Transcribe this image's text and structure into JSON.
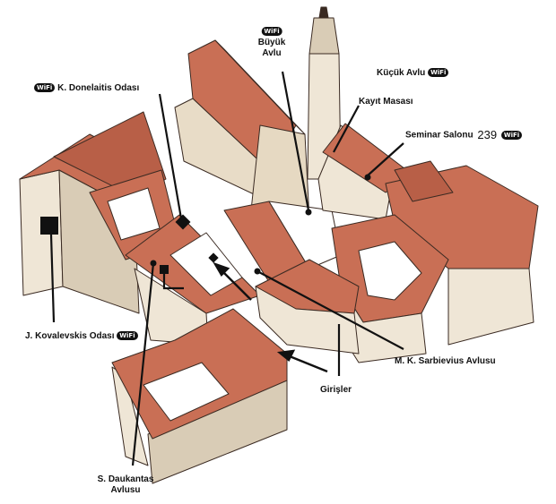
{
  "labels": {
    "donelaitis": "K. Donelaitis Odası",
    "buyuk_line1": "Büyük",
    "buyuk_line2": "Avlu",
    "kucuk": "Küçük Avlu",
    "kayit": "Kayıt Masası",
    "seminar": "Seminar Salonu",
    "seminar_number": "239",
    "kovalevskis": "J. Kovalevskis Odası",
    "sarbievius": "M. K. Sarbievius Avlusu",
    "girisler": "Girişler",
    "daukantas_line1": "S. Daukantas",
    "daukantas_line2": "Avlusu"
  },
  "wifi_badge": "WiFi",
  "icons": [
    "wifi-icon",
    "entrance-arrow-icon",
    "room-marker-square-icon",
    "room-marker-diamond-icon",
    "courtyard-dot-icon"
  ],
  "colors": {
    "roof": "#c96f55",
    "roof_dark": "#a4513c",
    "wall": "#efe6d6",
    "wall_shade": "#d9ccb6",
    "outline": "#3a2a22",
    "marker": "#111111"
  }
}
